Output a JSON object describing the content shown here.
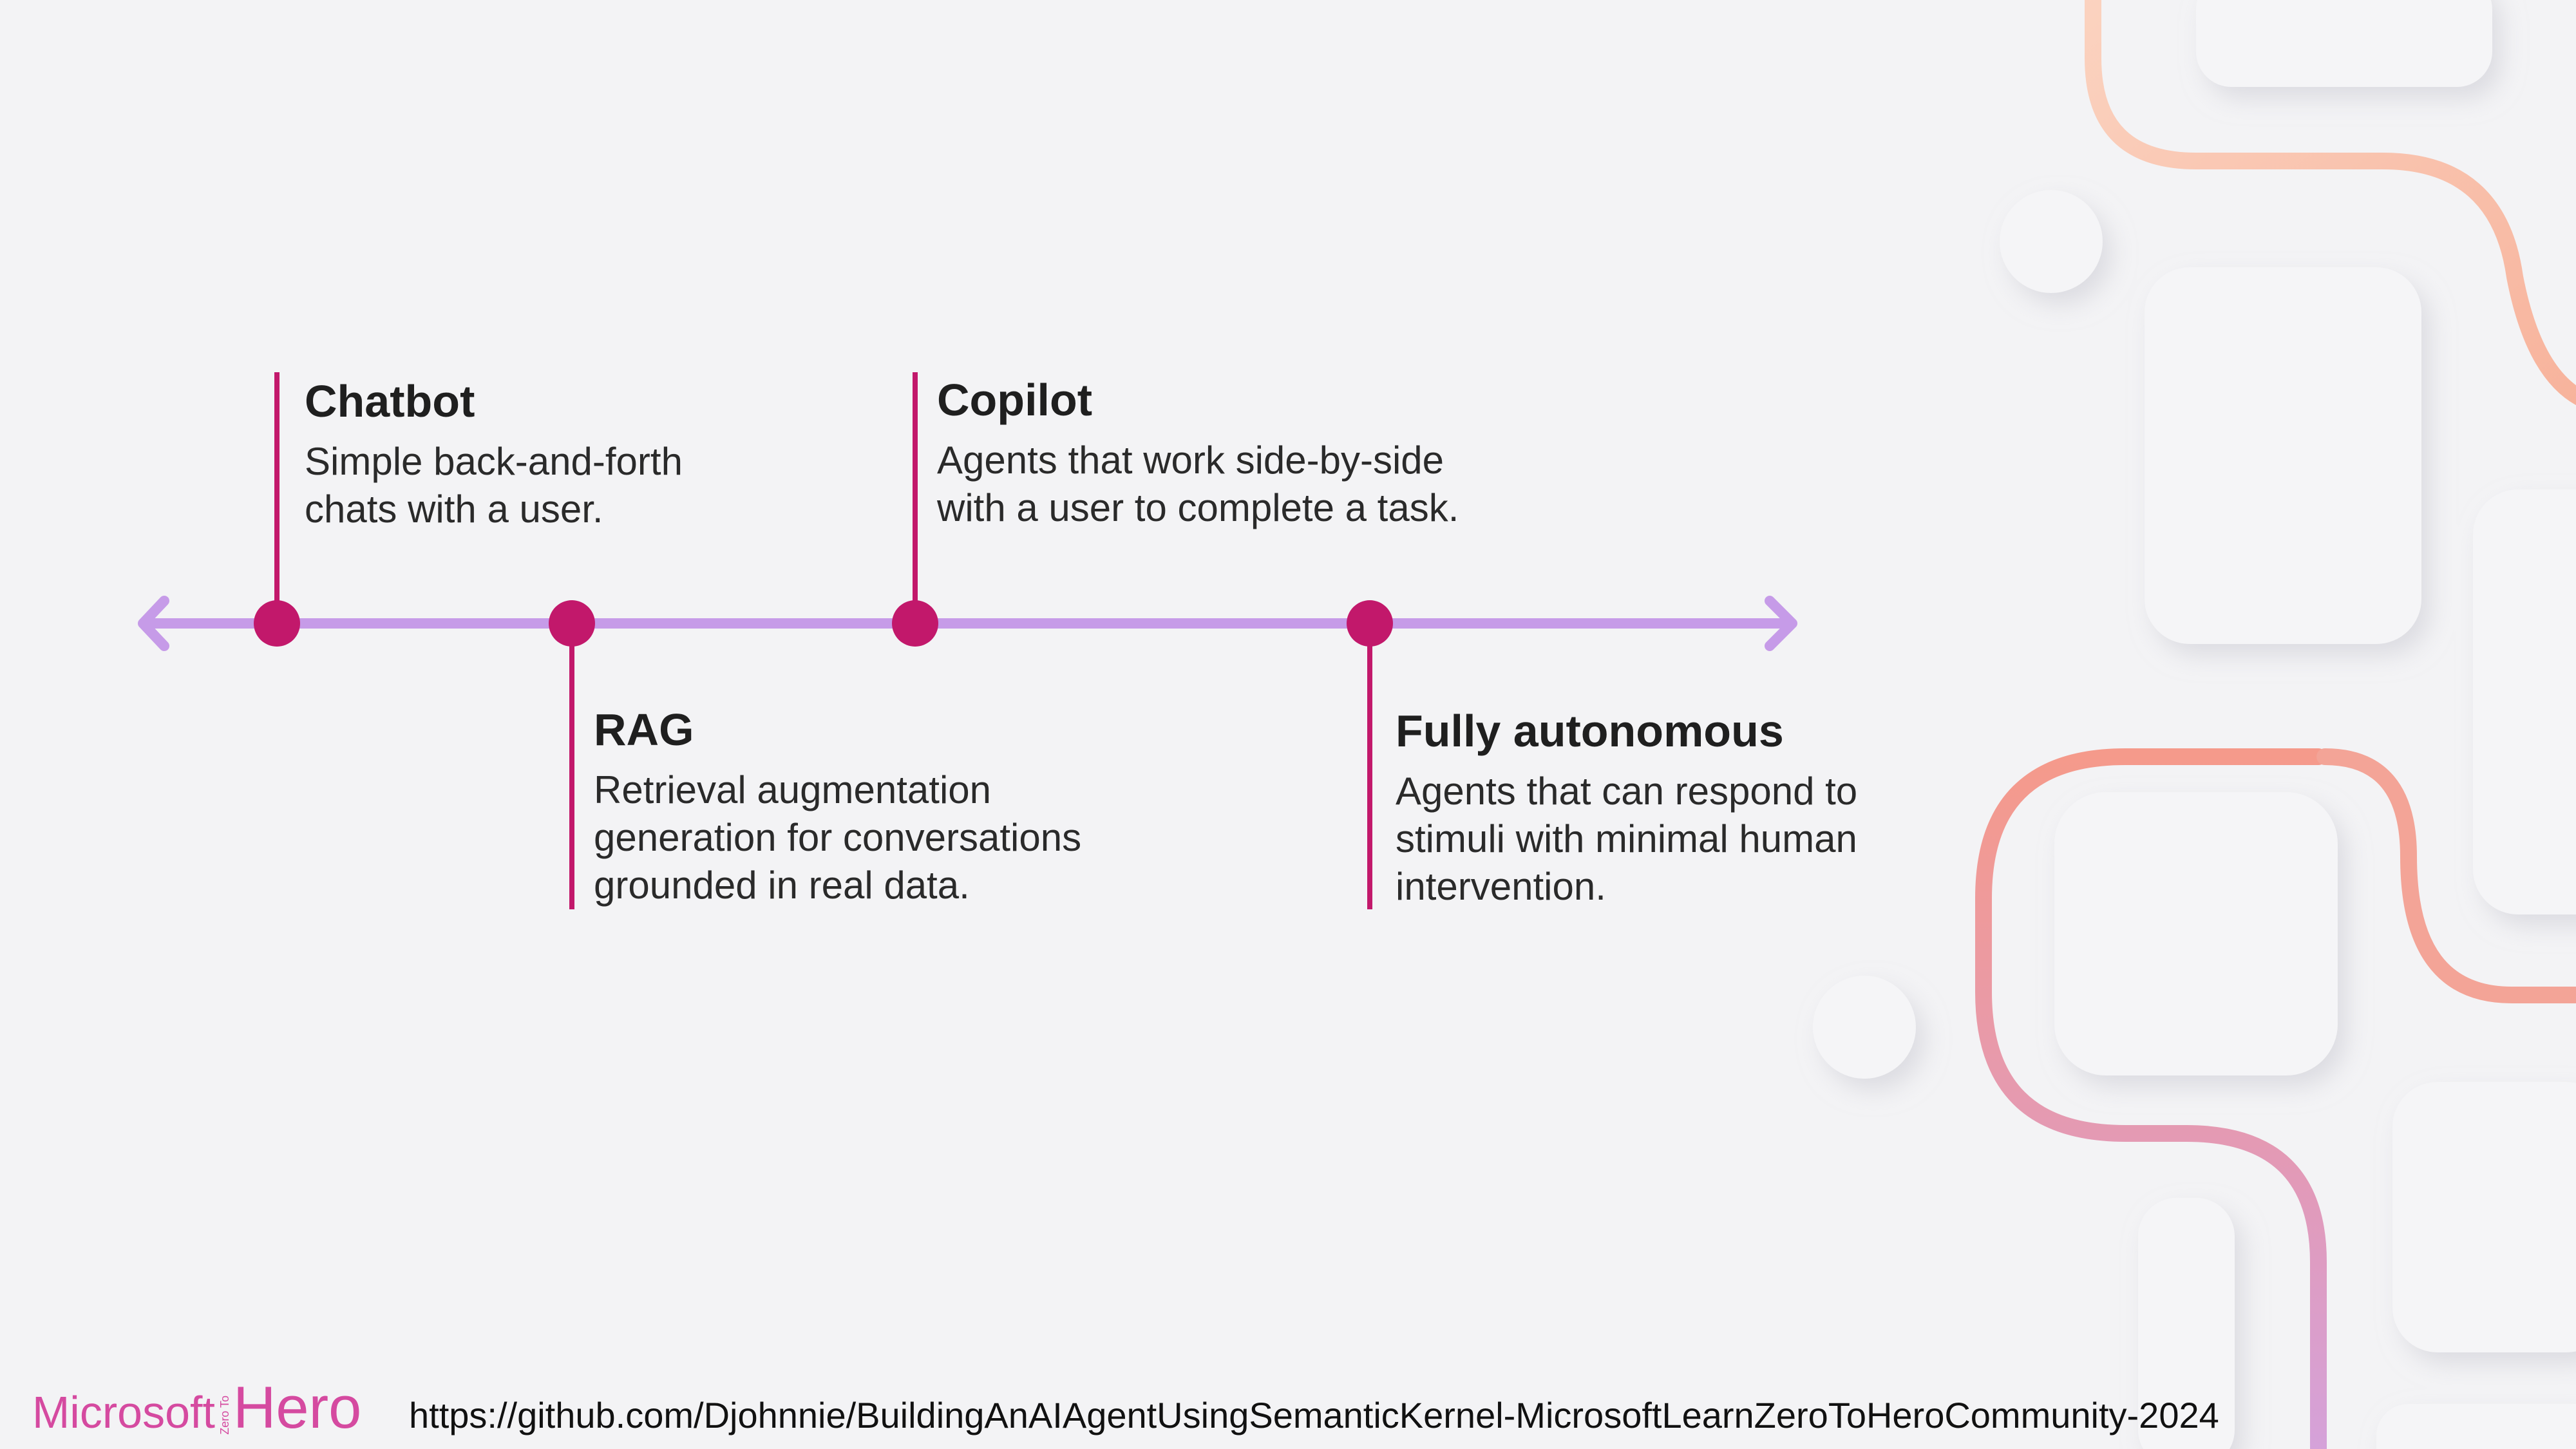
{
  "timeline": {
    "colors": {
      "axis": "#c69be8",
      "marker": "#c2186b",
      "stem": "#c2186b"
    },
    "entries": [
      {
        "title": "Chatbot",
        "description": "Simple back-and-forth\nchats with a user.",
        "side": "above"
      },
      {
        "title": "RAG",
        "description": "Retrieval augmentation\ngeneration for conversations\ngrounded in real data.",
        "side": "below"
      },
      {
        "title": "Copilot",
        "description": "Agents that work side-by-side\nwith a user to complete a task.",
        "side": "above"
      },
      {
        "title": "Fully autonomous",
        "description": "Agents that can respond to\nstimuli with minimal human\nintervention.",
        "side": "below"
      }
    ]
  },
  "footer": {
    "brand": {
      "microsoft": "Microsoft",
      "zero_to": "Zero To",
      "hero": "Hero"
    },
    "url": "https://github.com/Djohnnie/BuildingAnAIAgentUsingSemanticKernel-MicrosoftLearnZeroToHeroCommunity-2024"
  }
}
